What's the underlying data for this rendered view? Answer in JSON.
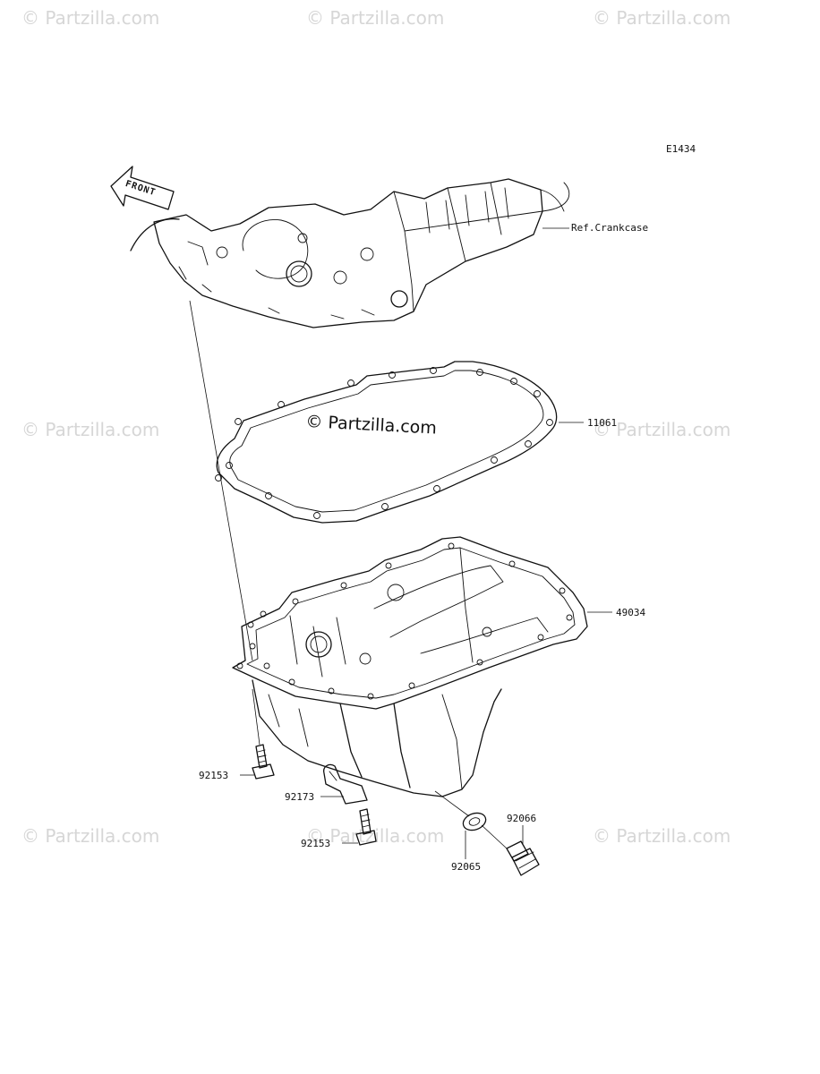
{
  "watermark_text": "© Partzilla.com",
  "center_watermark_text": "© Partzilla.com",
  "diagram_code": "E1434",
  "front_label": "FRONT",
  "callouts": {
    "crankcase": "Ref.Crankcase",
    "gasket": "11061",
    "oil_pan": "49034",
    "bolt_left": "92153",
    "clamp": "92173",
    "bolt_lower": "92153",
    "washer": "92065",
    "drain_plug": "92066"
  }
}
